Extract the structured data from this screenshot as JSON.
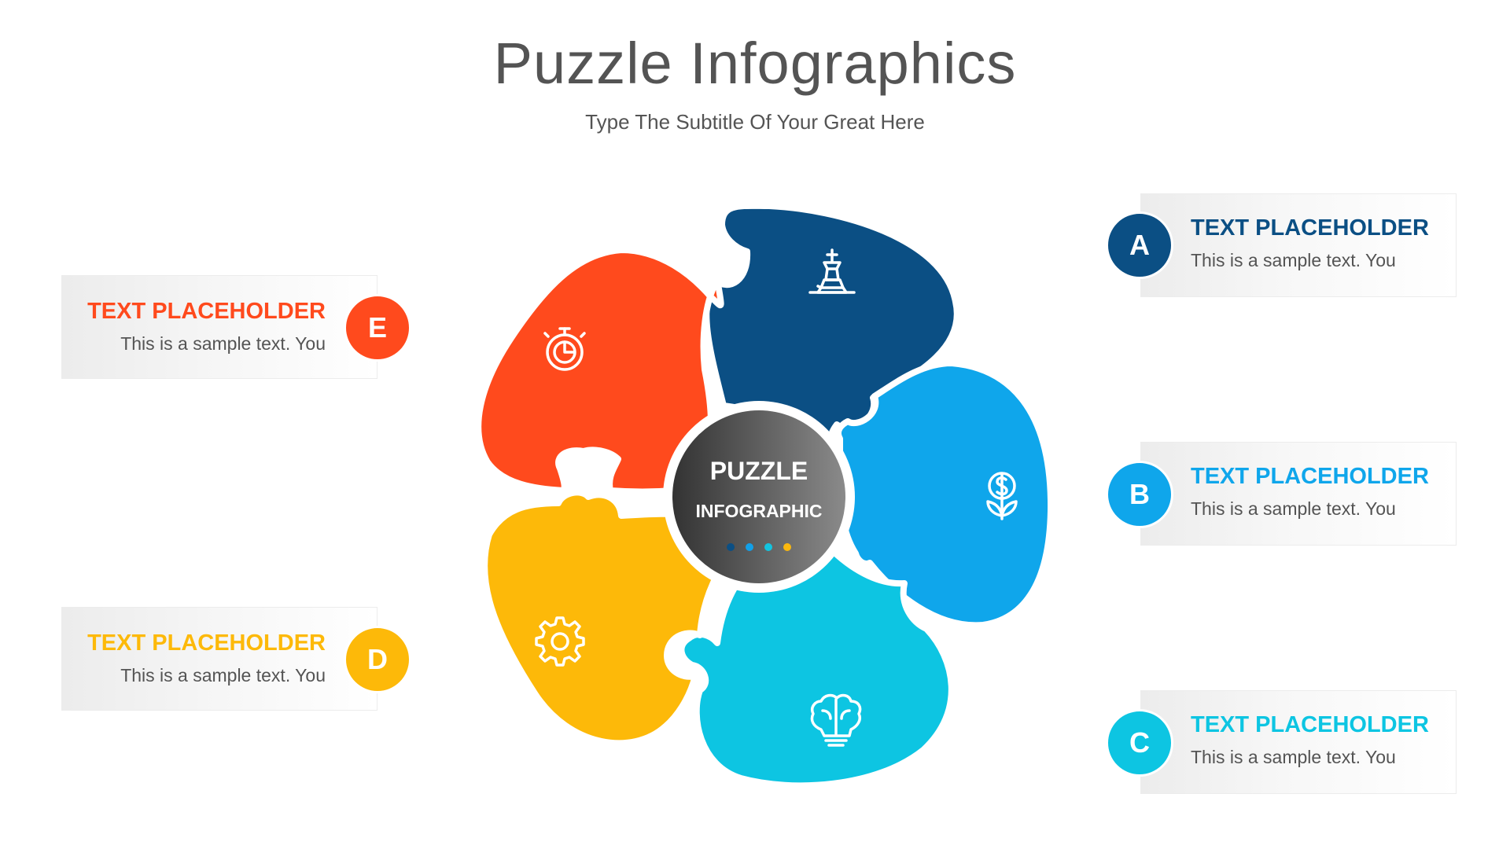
{
  "header": {
    "title": "Puzzle Infographics",
    "subtitle": "Type The Subtitle Of Your Great Here"
  },
  "center": {
    "line1": "PUZZLE",
    "line2": "INFOGRAPHIC",
    "dot_colors": [
      "#0B4F84",
      "#12A0E8",
      "#12C4E0",
      "#FBB80E"
    ]
  },
  "pieces": [
    {
      "id": "A",
      "color": "#0B4F84",
      "icon": "chess-king-icon"
    },
    {
      "id": "B",
      "color": "#0FA6EB",
      "icon": "money-plant-icon"
    },
    {
      "id": "C",
      "color": "#0DC5E2",
      "icon": "brain-bulb-icon"
    },
    {
      "id": "D",
      "color": "#FDB909",
      "icon": "gear-icon"
    },
    {
      "id": "E",
      "color": "#FF4A1D",
      "icon": "stopwatch-icon"
    }
  ],
  "items": [
    {
      "letter": "A",
      "title": "TEXT PLACEHOLDER",
      "text": "This is a sample text. You",
      "color": "#0B4F84"
    },
    {
      "letter": "B",
      "title": "TEXT PLACEHOLDER",
      "text": "This is a sample text. You",
      "color": "#0FA6EB"
    },
    {
      "letter": "C",
      "title": "TEXT PLACEHOLDER",
      "text": "This is a sample text. You",
      "color": "#0DC5E2"
    },
    {
      "letter": "D",
      "title": "TEXT PLACEHOLDER",
      "text": "This is a sample text. You",
      "color": "#FDB909"
    },
    {
      "letter": "E",
      "title": "TEXT PLACEHOLDER",
      "text": "This is a sample text. You",
      "color": "#FF4A1D"
    }
  ]
}
